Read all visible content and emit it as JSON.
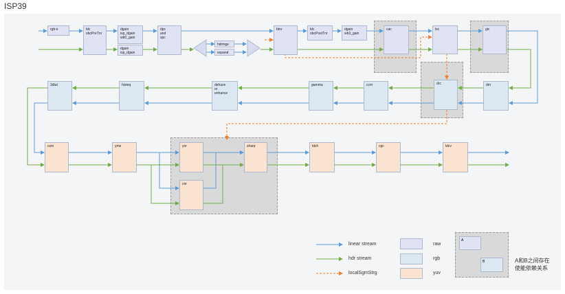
{
  "title": "ISP39",
  "colors": {
    "linear": "#5b9bd5",
    "hdr": "#70ad47",
    "local": "#ed7d31",
    "raw": "#dfe3f3",
    "rgb": "#dce8f1",
    "yuv": "#fbe3d2",
    "group": "#d9d9d9"
  },
  "blocks": {
    "rgbir": [
      "rgb-ir"
    ],
    "blc1": [
      "blc",
      "obcPreTnr"
    ],
    "dgain1": [
      "dgain",
      "isp_dgain",
      "wb0_gain"
    ],
    "dgain2": [
      "dgain",
      "isp_dgain"
    ],
    "dpc": [
      "dpc",
      "and",
      "spc"
    ],
    "hdrmge": [
      "hdrmge"
    ],
    "expand": [
      "expand"
    ],
    "btnr": [
      "btnr"
    ],
    "blc2": [
      "blc",
      "obcPostTnr"
    ],
    "dgain3": [
      "dgain",
      "wb3_gain"
    ],
    "cac": [
      "cac"
    ],
    "lsc": [
      "lsc"
    ],
    "gic": [
      "gic"
    ],
    "dlut": [
      "3dlut"
    ],
    "histeq": [
      "histeq"
    ],
    "dehaze": [
      "dehaze",
      "or",
      "enhance"
    ],
    "gamma": [
      "gamma"
    ],
    "ccm": [
      "ccm"
    ],
    "drc": [
      "drc"
    ],
    "dm": [
      "dm"
    ],
    "csm": [
      "csm"
    ],
    "yme": [
      "yme"
    ],
    "ynr": [
      "ynr"
    ],
    "cnr": [
      "cnr"
    ],
    "sharp": [
      "sharp"
    ],
    "ldch": [
      "ldch"
    ],
    "cgc": [
      "cgc"
    ],
    "ldcv": [
      "ldcv"
    ]
  },
  "legend": {
    "linear": "linear stream",
    "hdr": "hdr stream",
    "local": "localSgmStrg",
    "raw": "raw",
    "rgb": "rgb",
    "yuv": "yuv",
    "a": "A",
    "b": "B",
    "dependency": "A和B之间存在使能依赖关系"
  }
}
